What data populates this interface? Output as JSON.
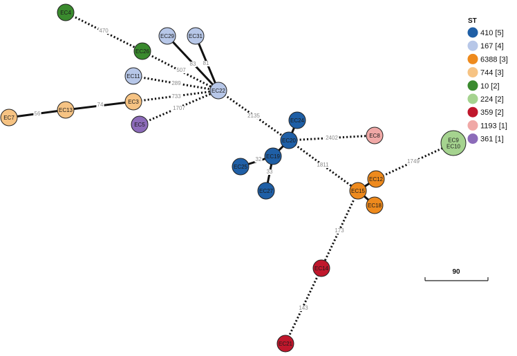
{
  "legend": {
    "title": "ST",
    "items": [
      {
        "label": "410 [5]",
        "color": "#1f5fa6"
      },
      {
        "label": "167 [4]",
        "color": "#b7c7e8"
      },
      {
        "label": "6388 [3]",
        "color": "#ee8a1d"
      },
      {
        "label": "744 [3]",
        "color": "#f6c383"
      },
      {
        "label": "10 [2]",
        "color": "#3a8a2e"
      },
      {
        "label": "224 [2]",
        "color": "#a5d38f"
      },
      {
        "label": "359 [2]",
        "color": "#c0172c"
      },
      {
        "label": "1193 [1]",
        "color": "#f0a8a6"
      },
      {
        "label": "361 [1]",
        "color": "#8c6bb9"
      }
    ]
  },
  "scale_bar": {
    "label": "90"
  },
  "nodes": [
    {
      "id": "EC4",
      "label": "EC4",
      "st": "10 [2]"
    },
    {
      "id": "EC26",
      "label": "EC26",
      "st": "10 [2]"
    },
    {
      "id": "EC29",
      "label": "EC29",
      "st": "167 [4]"
    },
    {
      "id": "EC31",
      "label": "EC31",
      "st": "167 [4]"
    },
    {
      "id": "EC11",
      "label": "EC11",
      "st": "167 [4]"
    },
    {
      "id": "EC22",
      "label": "EC22",
      "st": "167 [4]"
    },
    {
      "id": "EC3",
      "label": "EC3",
      "st": "744 [3]"
    },
    {
      "id": "EC13",
      "label": "EC13",
      "st": "744 [3]"
    },
    {
      "id": "EC7",
      "label": "EC7",
      "st": "744 [3]"
    },
    {
      "id": "EC5",
      "label": "EC5",
      "st": "361 [1]"
    },
    {
      "id": "EC24",
      "label": "EC24",
      "st": "410 [5]"
    },
    {
      "id": "EC20",
      "label": "EC20",
      "st": "410 [5]"
    },
    {
      "id": "EC19",
      "label": "EC19",
      "st": "410 [5]"
    },
    {
      "id": "EC25",
      "label": "EC25",
      "st": "410 [5]"
    },
    {
      "id": "EC27",
      "label": "EC27",
      "st": "410 [5]"
    },
    {
      "id": "EC8",
      "label": "EC8",
      "st": "1193 [1]"
    },
    {
      "id": "EC9-10",
      "label": "EC9\nEC10",
      "st": "224 [2]"
    },
    {
      "id": "EC12",
      "label": "EC12",
      "st": "6388 [3]"
    },
    {
      "id": "EC15",
      "label": "EC15",
      "st": "6388 [3]"
    },
    {
      "id": "EC18",
      "label": "EC18",
      "st": "6388 [3]"
    },
    {
      "id": "EC14",
      "label": "EC14",
      "st": "359 [2]"
    },
    {
      "id": "EC21",
      "label": "EC21",
      "st": "359 [2]"
    }
  ],
  "edges": [
    {
      "from": "EC4",
      "to": "EC26",
      "distance": "470",
      "style": "dotted"
    },
    {
      "from": "EC26",
      "to": "EC22",
      "distance": "507",
      "style": "dotted"
    },
    {
      "from": "EC29",
      "to": "EC22",
      "distance": "83",
      "style": "solid"
    },
    {
      "from": "EC31",
      "to": "EC22",
      "distance": "81",
      "style": "solid"
    },
    {
      "from": "EC11",
      "to": "EC22",
      "distance": "289",
      "style": "dotted"
    },
    {
      "from": "EC3",
      "to": "EC22",
      "distance": "733",
      "style": "dotted"
    },
    {
      "from": "EC5",
      "to": "EC22",
      "distance": "1707",
      "style": "dotted"
    },
    {
      "from": "EC13",
      "to": "EC3",
      "distance": "74",
      "style": "solid"
    },
    {
      "from": "EC7",
      "to": "EC13",
      "distance": "56",
      "style": "solid"
    },
    {
      "from": "EC22",
      "to": "EC20",
      "distance": "2135",
      "style": "dotted"
    },
    {
      "from": "EC24",
      "to": "EC20",
      "distance": "",
      "style": "solid"
    },
    {
      "from": "EC20",
      "to": "EC8",
      "distance": "2402",
      "style": "dotted"
    },
    {
      "from": "EC20",
      "to": "EC19",
      "distance": "",
      "style": "solid"
    },
    {
      "from": "EC19",
      "to": "EC25",
      "distance": "32",
      "style": "solid"
    },
    {
      "from": "EC19",
      "to": "EC27",
      "distance": "33",
      "style": "solid"
    },
    {
      "from": "EC20",
      "to": "EC15",
      "distance": "1811",
      "style": "dotted"
    },
    {
      "from": "EC12",
      "to": "EC9-10",
      "distance": "1749",
      "style": "dotted"
    },
    {
      "from": "EC15",
      "to": "EC12",
      "distance": "",
      "style": "solid"
    },
    {
      "from": "EC15",
      "to": "EC18",
      "distance": "",
      "style": "solid"
    },
    {
      "from": "EC15",
      "to": "EC14",
      "distance": "173",
      "style": "dotted"
    },
    {
      "from": "EC14",
      "to": "EC21",
      "distance": "143",
      "style": "dotted"
    }
  ]
}
